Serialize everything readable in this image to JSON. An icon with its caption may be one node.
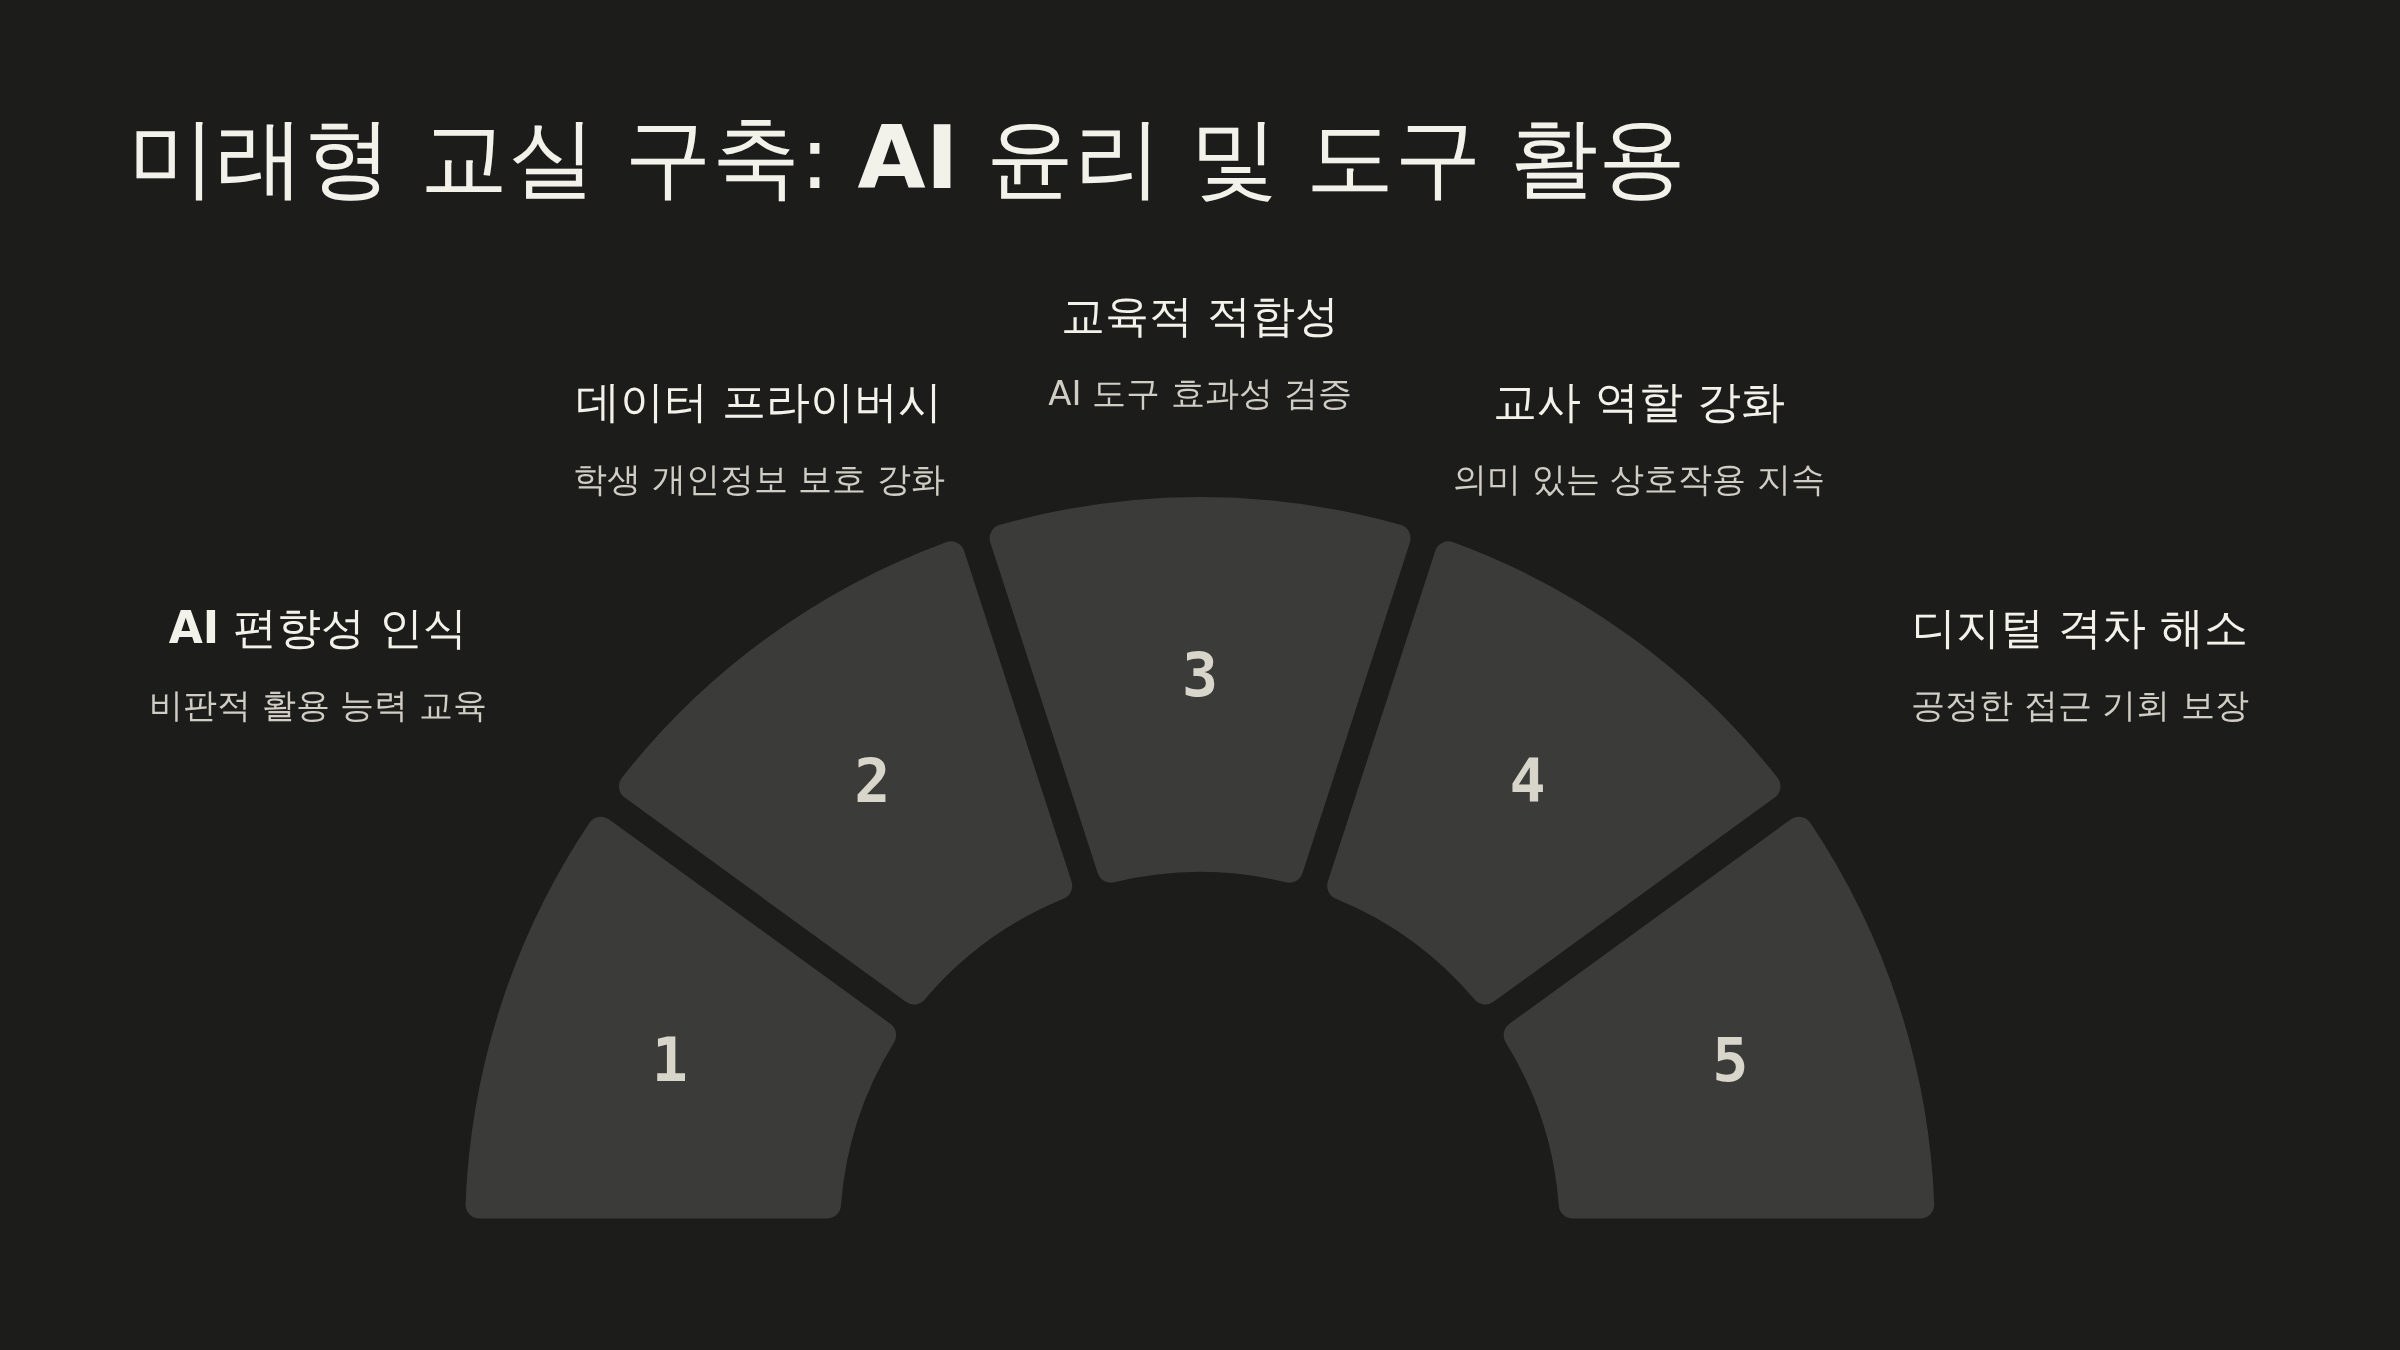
{
  "diagram": {
    "title": "미래형 교실 구축: **AI** 윤리 및 도구 활용",
    "nodes": [
      {
        "text": [
          "1"
        ],
        "beside": [
          "**AI** 편향성 인식",
          "비판적 활용 능력 교육"
        ]
      },
      {
        "text": [
          "2"
        ],
        "beside": [
          "데이터 프라이버시",
          "학생 개인정보 보호 강화"
        ]
      },
      {
        "text": [
          "3"
        ],
        "beside": [
          "교육적 적합성",
          "AI 도구 효과성 검증"
        ]
      },
      {
        "text": [
          "4"
        ],
        "beside": [
          "교사 역할 강화",
          "의미 있는 상호작용 지속"
        ]
      },
      {
        "text": [
          "5"
        ],
        "beside": [
          "디지털 격차 해소",
          "공정한 접근 기회 보장"
        ]
      }
    ]
  }
}
